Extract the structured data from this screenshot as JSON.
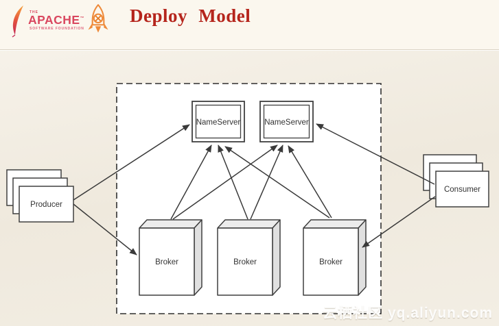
{
  "header": {
    "apache": {
      "the": "THE",
      "wordmark": "APACHE",
      "tm": "™",
      "subtitle": "SOFTWARE FOUNDATION"
    },
    "title": "Deploy Model"
  },
  "diagram": {
    "nameserver1": "NameServer",
    "nameserver2": "NameServer",
    "broker1": "Broker",
    "broker2": "Broker",
    "broker3": "Broker",
    "producer": "Producer",
    "consumer": "Consumer",
    "edges": [
      {
        "from": "Producer",
        "to": "NameServer-1"
      },
      {
        "from": "Producer",
        "to": "Broker-1"
      },
      {
        "from": "Broker-1",
        "to": "NameServer-1"
      },
      {
        "from": "Broker-1",
        "to": "NameServer-2"
      },
      {
        "from": "Broker-2",
        "to": "NameServer-1"
      },
      {
        "from": "Broker-2",
        "to": "NameServer-2"
      },
      {
        "from": "Broker-3",
        "to": "NameServer-1"
      },
      {
        "from": "Broker-3",
        "to": "NameServer-2"
      },
      {
        "from": "Consumer",
        "to": "NameServer-2"
      },
      {
        "from": "Consumer",
        "to": "Broker-3"
      }
    ]
  },
  "watermark": "云栖社区 yq.aliyun.com",
  "colors": {
    "title_red": "#b5251c",
    "apache_pink": "#d9475f",
    "rocket_orange": "#ee8a3a",
    "line_dark": "#3a3a3a",
    "header_bg": "#fbf7ee",
    "page_bg": "#efe9dd",
    "box_face": "#ffffff",
    "box_top": "#ececec",
    "box_side": "#e0e0e0"
  }
}
